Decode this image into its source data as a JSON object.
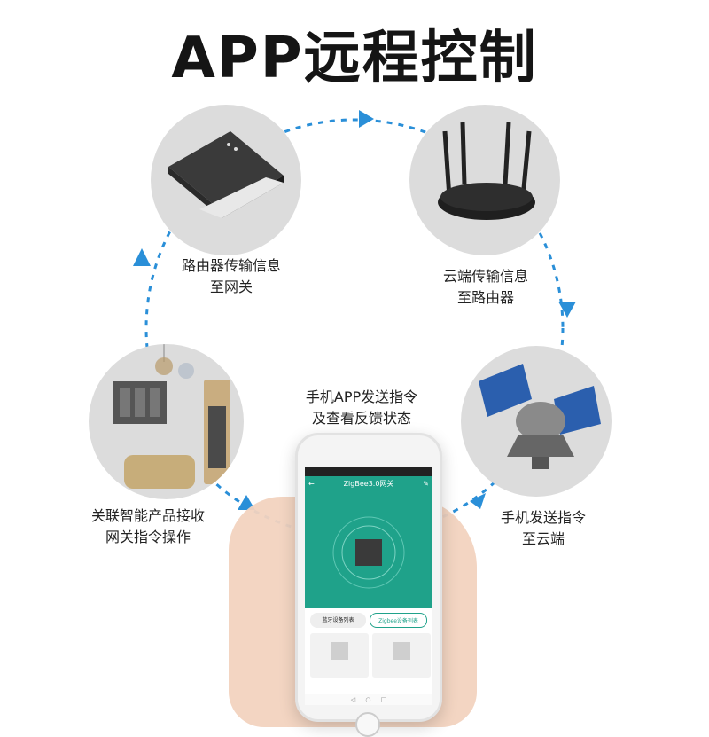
{
  "title": "APP远程控制",
  "nodes": {
    "switch_panel": {
      "caption_line1": "路由器传输信息",
      "caption_line2": "至网关"
    },
    "router": {
      "caption_line1": "云端传输信息",
      "caption_line2": "至路由器"
    },
    "devices": {
      "caption_line1": "关联智能产品接收",
      "caption_line2": "网关指令操作"
    },
    "satellite": {
      "caption_line1": "手机发送指令",
      "caption_line2": "至云端"
    },
    "phone_center": {
      "caption_line1": "手机APP发送指令",
      "caption_line2": "及查看反馈状态"
    }
  },
  "phone_app": {
    "app_title": "ZigBee3.0网关",
    "tab_left": "蓝牙设备列表",
    "tab_right": "Zigbee设备列表"
  },
  "colors": {
    "arrow": "#2a8fd8",
    "node_bg": "#dcdcdc",
    "app_accent": "#1fa28a"
  }
}
